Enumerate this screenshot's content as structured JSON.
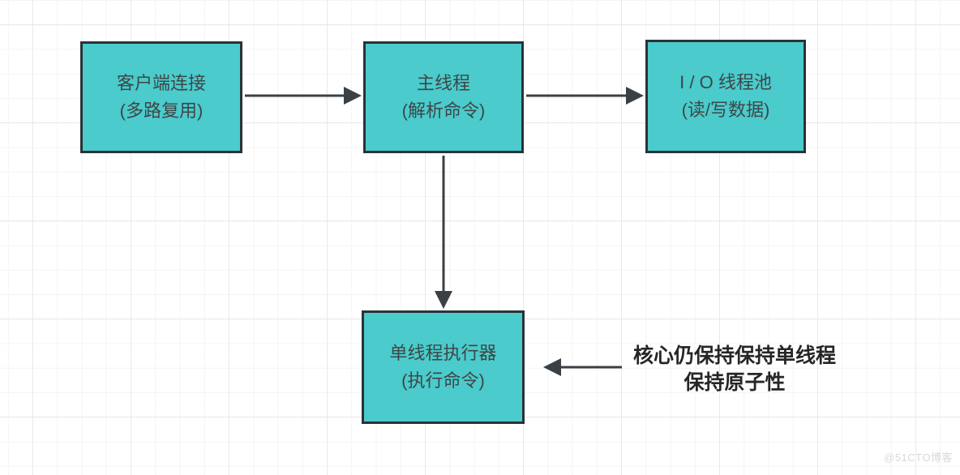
{
  "diagram": {
    "type": "flowchart",
    "colors": {
      "node_fill": "#4bcbcb",
      "node_border": "#2b3237",
      "arrow": "#3b4045",
      "node_text": "#3e4648",
      "annotation_text": "#262626",
      "grid_minor": "#f4f4f4",
      "grid_major": "#e9e9e9",
      "background": "#ffffff"
    },
    "nodes": [
      {
        "id": "client-connection",
        "line1": "客户端连接",
        "line2": "(多路复用)"
      },
      {
        "id": "main-thread",
        "line1": "主线程",
        "line2": "(解析命令)"
      },
      {
        "id": "io-thread-pool",
        "line1": "I / O 线程池",
        "line2": "(读/写数据)"
      },
      {
        "id": "single-thread-executor",
        "line1": "单线程执行器",
        "line2": "(执行命令)"
      }
    ],
    "edges": [
      {
        "from": "client-connection",
        "to": "main-thread",
        "direction": "right"
      },
      {
        "from": "main-thread",
        "to": "io-thread-pool",
        "direction": "right"
      },
      {
        "from": "main-thread",
        "to": "single-thread-executor",
        "direction": "down"
      },
      {
        "from": "annotation",
        "to": "single-thread-executor",
        "direction": "left"
      }
    ],
    "annotation": {
      "line1": "核心仍保持保持单线程",
      "line2": "保持原子性"
    },
    "watermark": "@51CTO博客"
  }
}
